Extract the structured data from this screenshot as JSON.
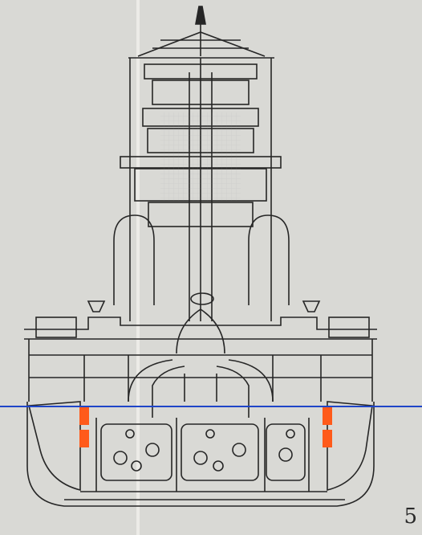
{
  "drawing": {
    "page_number": "5"
  },
  "colors": {
    "paper": "#d9d9d5",
    "ink": "#262626",
    "waterline": "#1f45c8",
    "highlight": "#ff5a1a"
  },
  "highlights": {
    "port_armor_blocks": 2,
    "starboard_armor_blocks": 2
  }
}
